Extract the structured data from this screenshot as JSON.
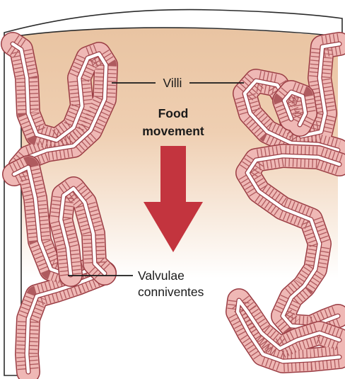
{
  "labels": {
    "villi": "Villi",
    "food_movement": [
      "Food",
      "movement"
    ],
    "valvulae_conniventes": [
      "Valvulae",
      "conniventes"
    ]
  },
  "colors": {
    "lumen_top": "#e9c4a2",
    "lumen_bottom": "#ffffff",
    "fold": "#efb8b5",
    "fold_stroke": "#9a3c43",
    "arrow": "#c3343e",
    "wall": "#ffffff",
    "wall_stroke": "#2b2b2b",
    "leader": "#1a1a1a"
  }
}
